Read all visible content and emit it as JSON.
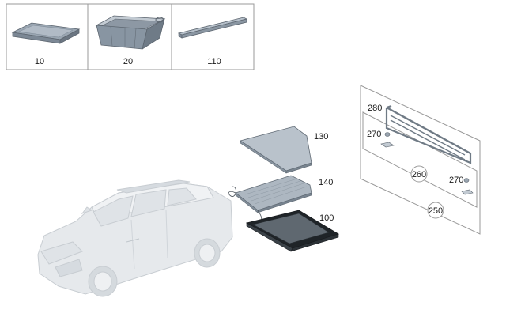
{
  "thumbnails": [
    {
      "label": "10"
    },
    {
      "label": "20"
    },
    {
      "label": "110"
    }
  ],
  "callouts": {
    "cover": "130",
    "floor_panel": "140",
    "tray": "100",
    "rail": "280",
    "clip_upper": "270",
    "clip_lower": "270",
    "set_inner": "260",
    "set_outer": "250"
  }
}
